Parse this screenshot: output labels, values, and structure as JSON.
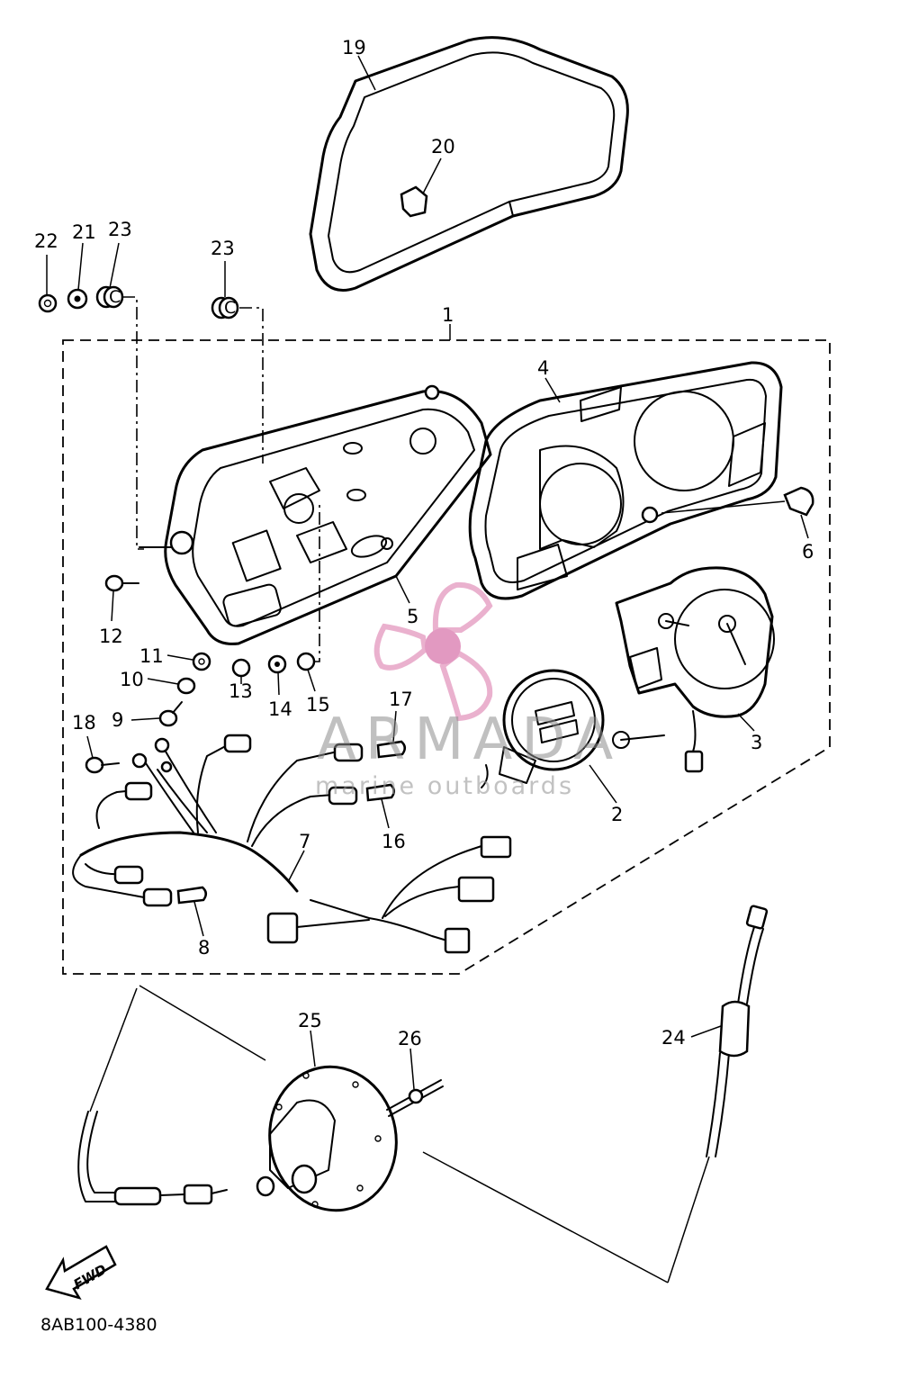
{
  "diagram": {
    "part_code": "8AB100-4380",
    "fwd_label": "FWD",
    "callouts": [
      "1",
      "2",
      "3",
      "4",
      "5",
      "6",
      "7",
      "8",
      "9",
      "10",
      "11",
      "12",
      "13",
      "14",
      "15",
      "16",
      "17",
      "18",
      "19",
      "20",
      "21",
      "22",
      "23",
      "23",
      "24",
      "25",
      "26"
    ]
  },
  "watermark": {
    "brand": "ARMADA",
    "tagline": "marine outboards",
    "colors": {
      "logo": "#e8a9c9",
      "logo_center": "#df8fbb",
      "text": "#8c8c8c"
    }
  },
  "colors": {
    "line": "#000000",
    "background": "#ffffff"
  }
}
